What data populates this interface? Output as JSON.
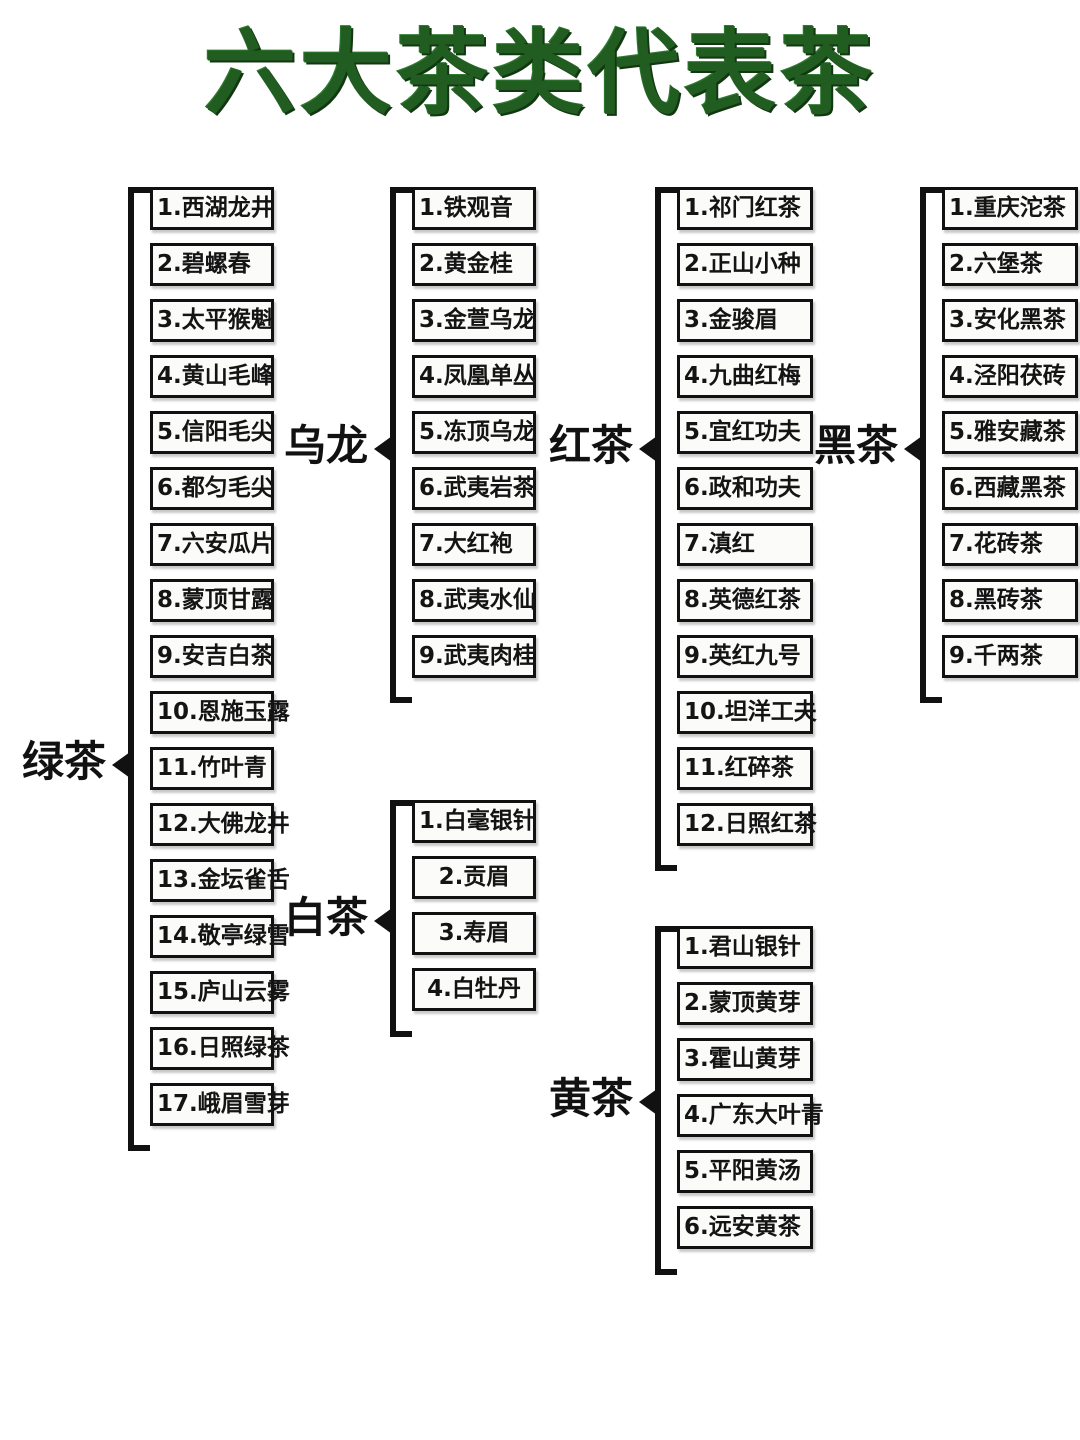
{
  "title": "六大茶类代表茶",
  "title_color": "#215c21",
  "groups": [
    {
      "id": "green",
      "label": "绿茶",
      "items": [
        "1.西湖龙井",
        "2.碧螺春",
        "3.太平猴魁",
        "4.黄山毛峰",
        "5.信阳毛尖",
        "6.都匀毛尖",
        "7.六安瓜片",
        "8.蒙顶甘露",
        "9.安吉白茶",
        "10.恩施玉露",
        "11.竹叶青",
        "12.大佛龙井",
        "13.金坛雀舌",
        "14.敬亭绿雪",
        "15.庐山云雾",
        "16.日照绿茶",
        "17.峨眉雪芽"
      ]
    },
    {
      "id": "oolong",
      "label": "乌龙",
      "items": [
        "1.铁观音",
        "2.黄金桂",
        "3.金萱乌龙",
        "4.凤凰单丛",
        "5.冻顶乌龙",
        "6.武夷岩茶",
        "7.大红袍",
        "8.武夷水仙",
        "9.武夷肉桂"
      ]
    },
    {
      "id": "red",
      "label": "红茶",
      "items": [
        "1.祁门红茶",
        "2.正山小种",
        "3.金骏眉",
        "4.九曲红梅",
        "5.宜红功夫",
        "6.政和功夫",
        "7.滇红",
        "8.英德红茶",
        "9.英红九号",
        "10.坦洋工夫",
        "11.红碎茶",
        "12.日照红茶"
      ]
    },
    {
      "id": "dark",
      "label": "黑茶",
      "items": [
        "1.重庆沱茶",
        "2.六堡茶",
        "3.安化黑茶",
        "4.泾阳茯砖",
        "5.雅安藏茶",
        "6.西藏黑茶",
        "7.花砖茶",
        "8.黑砖茶",
        "9.千两茶"
      ]
    },
    {
      "id": "white",
      "label": "白茶",
      "items": [
        "1.白毫银针",
        "2.贡眉",
        "3.寿眉",
        "4.白牡丹"
      ]
    },
    {
      "id": "yellow",
      "label": "黄茶",
      "items": [
        "1.君山银针",
        "2.蒙顶黄芽",
        "3.霍山黄芽",
        "4.广东大叶青",
        "5.平阳黄汤",
        "6.远安黄茶"
      ]
    }
  ]
}
